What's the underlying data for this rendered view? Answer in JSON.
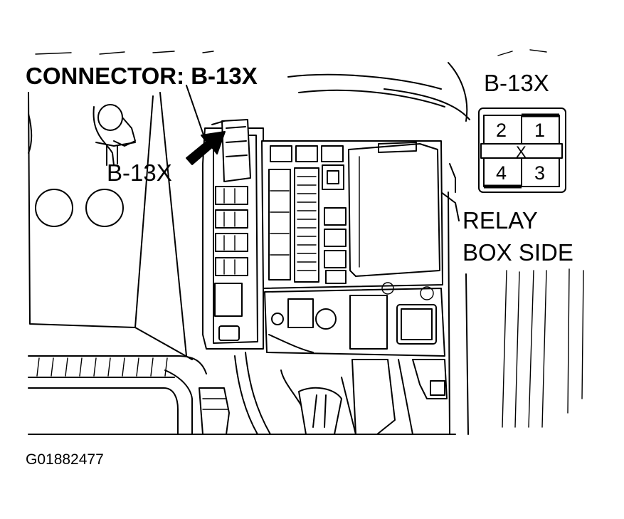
{
  "title": "CONNECTOR: B-13X",
  "callout_label": "B-13X",
  "connector_view": {
    "label": "B-13X",
    "pins": [
      "2",
      "1",
      "4",
      "3"
    ],
    "center_mark": "X"
  },
  "side_note": {
    "line1": "RELAY",
    "line2": "BOX SIDE"
  },
  "figure_id": "G01882477"
}
